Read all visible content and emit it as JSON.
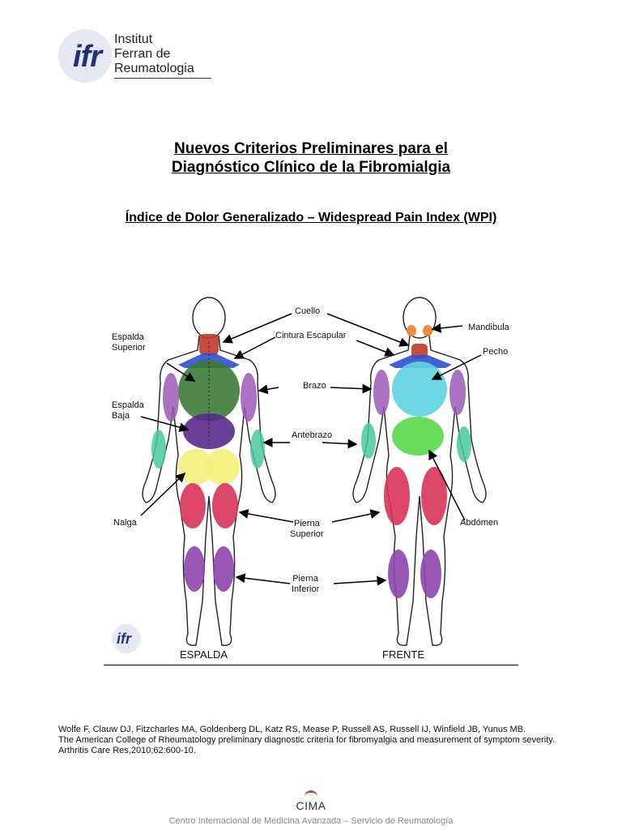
{
  "logo": {
    "mark": "ifr",
    "line1": "Institut",
    "line2": "Ferran de",
    "line3": "Reumatologia"
  },
  "title": {
    "line1": "Nuevos Criterios Preliminares para el",
    "line2": "Diagnóstico Clínico de la Fibromialgia"
  },
  "subtitle": "Índice de Dolor Generalizado – Widespread Pain Index (WPI)",
  "figure": {
    "labels": {
      "cuello": "Cuello",
      "cintura": "Cintura Escapular",
      "mandibula": "Mandibula",
      "espalda_superior_1": "Espalda",
      "espalda_superior_2": "Superior",
      "pecho": "Pecho",
      "brazo": "Brazo",
      "espalda_baja_1": "Espalda",
      "espalda_baja_2": "Baja",
      "antebrazo": "Antebrazo",
      "nalga": "Nalga",
      "pierna_superior_1": "Pierna",
      "pierna_superior_2": "Superior",
      "abdomen": "Abdómen",
      "pierna_inferior_1": "Pierna",
      "pierna_inferior_2": "Inferior"
    },
    "caption_back": "ESPALDA",
    "caption_front": "FRENTE",
    "small_logo": "ifr",
    "colors": {
      "neck": "#c0392b",
      "shoulder": "#2f4fd0",
      "upper_back": "#3d7a3a",
      "lower_back": "#5a2a8a",
      "arm": "#9b59b6",
      "forearm": "#48c9a0",
      "buttock": "#f4ef7a",
      "thigh": "#d9335a",
      "leg": "#8e44ad",
      "chest": "#5fd3e0",
      "abdomen": "#5ad84a",
      "jaw": "#f08030"
    }
  },
  "reference": {
    "line1": "Wolfe F, Clauw DJ, Fitzcharles MA, Goldenberg DL, Katz RS, Mease P, Russell AS, Russell IJ, Winfield JB, Yunus MB.",
    "line2": "The American College of Rheumatology preliminary diagnostic criteria for fibromyalgia and measurement of symptom severity.",
    "line3": "Arthritis Care Res,2010;62:600-10."
  },
  "cima": "CIMA",
  "footer": "Centro Internacional de Medicina Avanzada – Servicio de Reumatología"
}
